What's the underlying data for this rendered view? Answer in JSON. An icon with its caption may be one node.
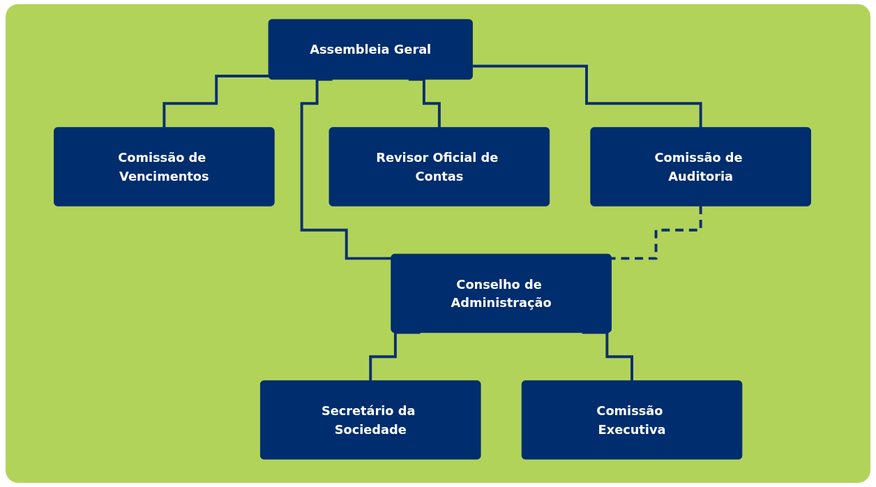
{
  "diagram": {
    "nodes": [
      {
        "text": [
          "Assembleia Geral"
        ]
      },
      {
        "text": [
          "Comissão de Vencimentos"
        ]
      },
      {
        "text": [
          "Comissão de Auditoria"
        ]
      },
      {
        "text": [
          "Conselho de Administração"
        ]
      },
      {
        "text": [
          "Revisor Oficial de Contas"
        ]
      },
      {
        "text": [
          "Secretário da Sociedade"
        ]
      },
      {
        "text": [
          "Comissão Executiva"
        ]
      }
    ],
    "edges": [
      {
        "from": 0,
        "to": 1,
        "arrow": "none"
      },
      {
        "from": 0,
        "to": 2,
        "arrow": "none"
      },
      {
        "from": 0,
        "to": 3,
        "arrow": "none"
      },
      {
        "from": 0,
        "to": 4,
        "arrow": "none"
      },
      {
        "from": 2,
        "to": 3,
        "arrow": "none",
        "style": "dashed"
      },
      {
        "from": 3,
        "to": 5,
        "arrow": "none"
      },
      {
        "from": 3,
        "to": 6,
        "arrow": "none"
      }
    ]
  }
}
